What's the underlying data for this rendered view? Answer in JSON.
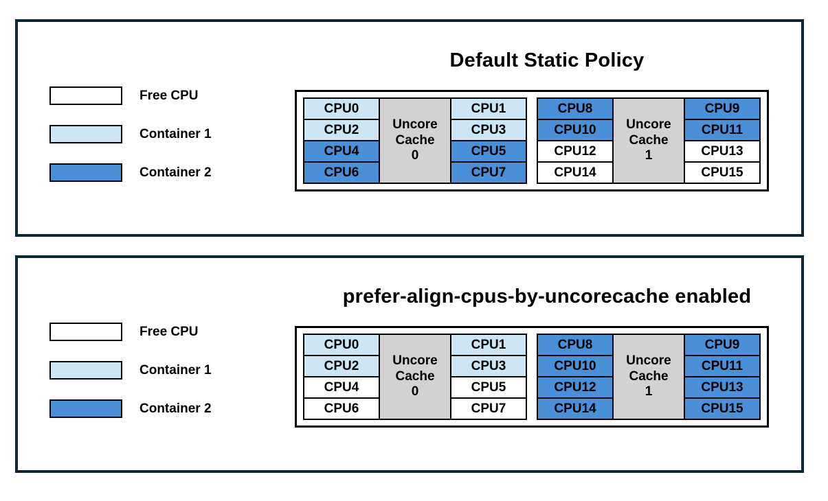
{
  "colors": {
    "free": "#ffffff",
    "container1": "#cde6f5",
    "container2": "#4a90d8",
    "uncore": "#d2d2d2",
    "panel-border": "#0e2634",
    "line": "#000000"
  },
  "legend": {
    "items": [
      {
        "label": "Free CPU",
        "state": "free"
      },
      {
        "label": "Container 1",
        "state": "container1"
      },
      {
        "label": "Container 2",
        "state": "container2"
      }
    ]
  },
  "panels": [
    {
      "title": "Default Static Policy",
      "groups": [
        {
          "cache": {
            "lines": [
              "Uncore",
              "Cache",
              "0"
            ]
          },
          "left_cpus": [
            {
              "label": "CPU0",
              "state": "container1"
            },
            {
              "label": "CPU2",
              "state": "container1"
            },
            {
              "label": "CPU4",
              "state": "container2"
            },
            {
              "label": "CPU6",
              "state": "container2"
            }
          ],
          "right_cpus": [
            {
              "label": "CPU1",
              "state": "container1"
            },
            {
              "label": "CPU3",
              "state": "container1"
            },
            {
              "label": "CPU5",
              "state": "container2"
            },
            {
              "label": "CPU7",
              "state": "container2"
            }
          ]
        },
        {
          "cache": {
            "lines": [
              "Uncore",
              "Cache",
              "1"
            ]
          },
          "left_cpus": [
            {
              "label": "CPU8",
              "state": "container2"
            },
            {
              "label": "CPU10",
              "state": "container2"
            },
            {
              "label": "CPU12",
              "state": "free"
            },
            {
              "label": "CPU14",
              "state": "free"
            }
          ],
          "right_cpus": [
            {
              "label": "CPU9",
              "state": "container2"
            },
            {
              "label": "CPU11",
              "state": "container2"
            },
            {
              "label": "CPU13",
              "state": "free"
            },
            {
              "label": "CPU15",
              "state": "free"
            }
          ]
        }
      ]
    },
    {
      "title": "prefer-align-cpus-by-uncorecache enabled",
      "groups": [
        {
          "cache": {
            "lines": [
              "Uncore",
              "Cache",
              "0"
            ]
          },
          "left_cpus": [
            {
              "label": "CPU0",
              "state": "container1"
            },
            {
              "label": "CPU2",
              "state": "container1"
            },
            {
              "label": "CPU4",
              "state": "free"
            },
            {
              "label": "CPU6",
              "state": "free"
            }
          ],
          "right_cpus": [
            {
              "label": "CPU1",
              "state": "container1"
            },
            {
              "label": "CPU3",
              "state": "container1"
            },
            {
              "label": "CPU5",
              "state": "free"
            },
            {
              "label": "CPU7",
              "state": "free"
            }
          ]
        },
        {
          "cache": {
            "lines": [
              "Uncore",
              "Cache",
              "1"
            ]
          },
          "left_cpus": [
            {
              "label": "CPU8",
              "state": "container2"
            },
            {
              "label": "CPU10",
              "state": "container2"
            },
            {
              "label": "CPU12",
              "state": "container2"
            },
            {
              "label": "CPU14",
              "state": "container2"
            }
          ],
          "right_cpus": [
            {
              "label": "CPU9",
              "state": "container2"
            },
            {
              "label": "CPU11",
              "state": "container2"
            },
            {
              "label": "CPU13",
              "state": "container2"
            },
            {
              "label": "CPU15",
              "state": "container2"
            }
          ]
        }
      ]
    }
  ]
}
